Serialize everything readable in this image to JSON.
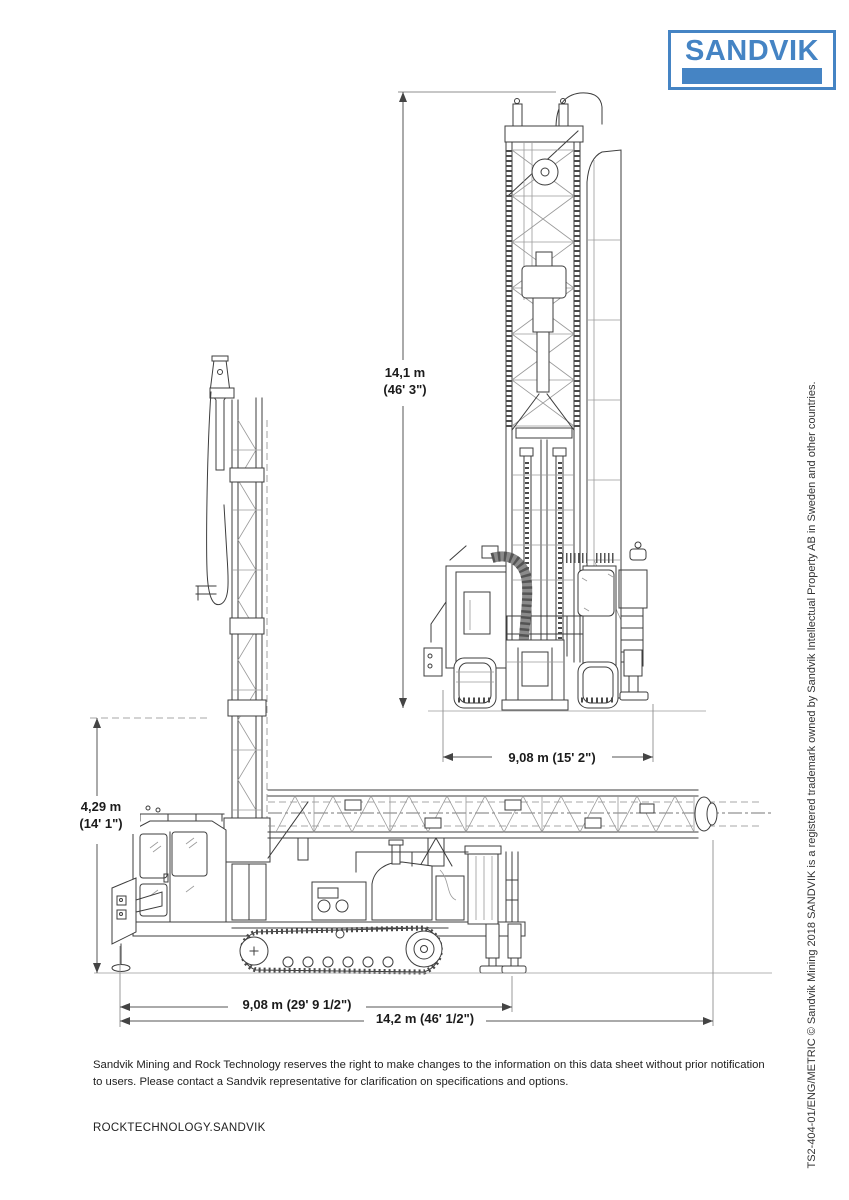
{
  "colors": {
    "brand_blue": "#4584c4",
    "line": "#3d3d3d"
  },
  "logo": {
    "text": "SANDVIK"
  },
  "dimensions": {
    "mast_height_m": "14,1 m",
    "mast_height_ft": "(46' 3\")",
    "rear_width": "9,08 m (15' 2\")",
    "transport_height_m": "4,29 m",
    "transport_height_ft": "(14' 1\")",
    "track_length": "9,08 m (29' 9 1/2\")",
    "overall_length": "14,2 m (46' 1/2\")"
  },
  "side_note": "TS2-404-01/ENG/METRIC © Sandvik Mining 2018 SANDVIK is a registered trademark owned by Sandvik Intellectual Property AB in Sweden and other countries.",
  "footer": {
    "disclaimer_line1": "Sandvik Mining and Rock Technology reserves the right to make changes to the information on this data sheet without prior notification",
    "disclaimer_line2": "to users. Please contact a Sandvik representative for clarification on specifications and options.",
    "website": "ROCKTECHNOLOGY.SANDVIK"
  }
}
